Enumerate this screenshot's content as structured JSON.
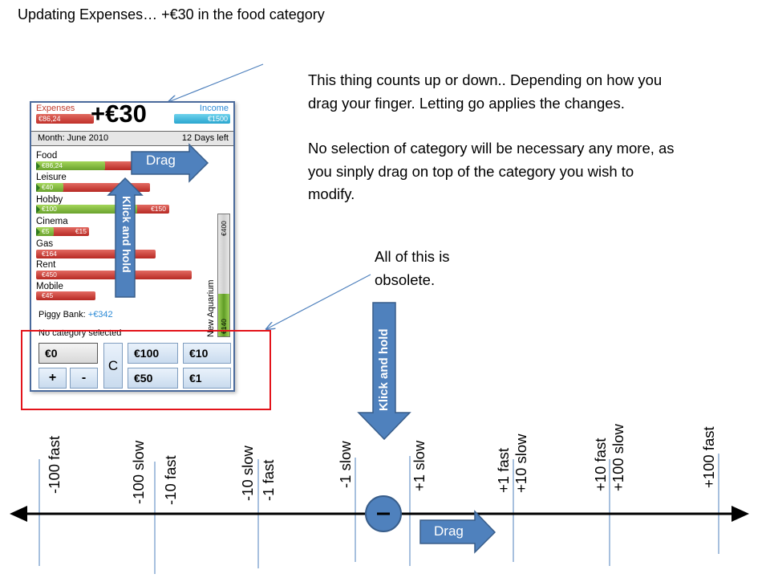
{
  "slide": {
    "title": "Updating Expenses… +€30 in the food category",
    "note_main": [
      "This thing counts up or down.. Depending on how you drag your finger. Letting go applies the changes.",
      "No selection of category will be necessary any more, as you sinply drag on top of the category you wish to modify."
    ],
    "note_obsolete": "All of this is obsolete."
  },
  "phone": {
    "expenses_label": "Expenses",
    "expenses_value": "€86,24",
    "income_label": "Income",
    "income_value": "€1500",
    "counter": "+€30",
    "month": "Month: June 2010",
    "days_left": "12 Days left",
    "categories": [
      {
        "name": "Food",
        "spent": "€86,24",
        "budget": ""
      },
      {
        "name": "Leisure",
        "spent": "€40",
        "budget": ""
      },
      {
        "name": "Hobby",
        "spent": "€100",
        "budget": "€150"
      },
      {
        "name": "Cinema",
        "spent": "€5",
        "budget": "€15"
      },
      {
        "name": "Gas",
        "spent": "€164",
        "budget": ""
      },
      {
        "name": "Rent",
        "spent": "€450",
        "budget": ""
      },
      {
        "name": "Mobile",
        "spent": "€45",
        "budget": ""
      }
    ],
    "piggy_label": "Piggy Bank:",
    "piggy_value": "+€342",
    "goal": {
      "name": "New Aquarium",
      "max": "€400",
      "current": "€140",
      "progress": 0.35
    },
    "drag_label": "Drag",
    "klick_label": "Klick and hold",
    "no_selection": "No category selected",
    "display_value": "€0",
    "buttons": {
      "plus": "+",
      "minus": "-",
      "clear": "C",
      "b100": "€100",
      "b10": "€10",
      "b50": "€50",
      "b1": "€1"
    }
  },
  "scale": {
    "klick_label": "Klick and hold",
    "drag_label": "Drag",
    "ticks": [
      "-100 fast",
      "-100 slow",
      "-10 fast",
      "-10 slow",
      "-1 fast",
      "-1 slow",
      "+1 slow",
      "+1 fast",
      "+10 slow",
      "+10 fast",
      "+100 slow",
      "+100 fast"
    ]
  },
  "colors": {
    "arrow_blue": "#4f81bd",
    "arrow_border": "#385d8a",
    "red_box": "#e3141b",
    "expense_red": "#c0392b",
    "income_blue": "#2b8ad6"
  }
}
